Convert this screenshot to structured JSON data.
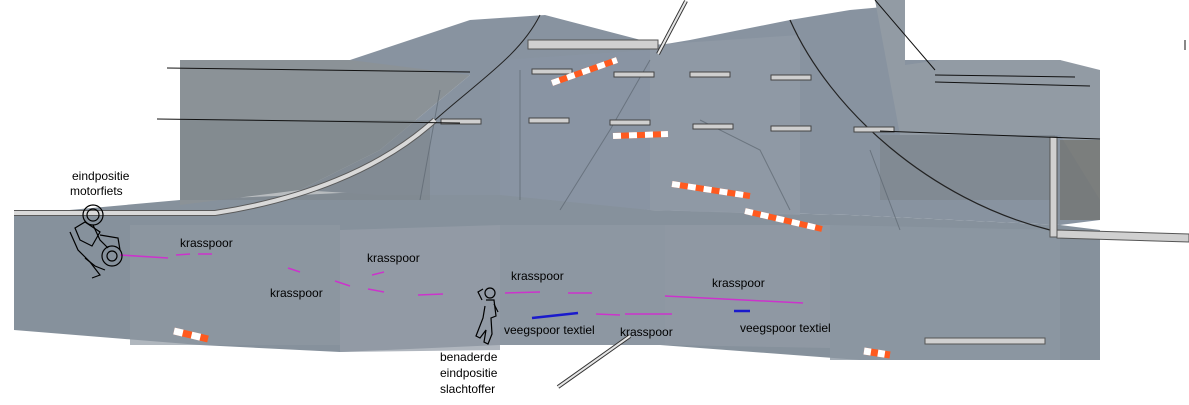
{
  "labels": {
    "motorcycle_final_position_line1": "eindpositie",
    "motorcycle_final_position_line2": "motorfiets",
    "victim_position_line1": "benaderde",
    "victim_position_line2": "eindpositie",
    "victim_position_line3": "slachtoffer",
    "scrape_mark_1": "krasspoor",
    "scrape_mark_2": "krasspoor",
    "scrape_mark_3": "krasspoor",
    "scrape_mark_4": "krasspoor",
    "scrape_mark_5": "krasspoor",
    "scrape_mark_6": "krasspoor",
    "textile_sweep_mark_1": "veegspoor textiel",
    "textile_sweep_mark_2": "veegspoor textiel"
  },
  "colors": {
    "asphalt": "#7f8a96",
    "asphalt_light": "#9aa4ae",
    "cobbles": "#8d949a",
    "curb": "#c9c9c9",
    "scrape_mark": "#cc33cc",
    "textile_mark": "#1a1acc",
    "cone_orange": "#ff5a1f",
    "cone_white": "#ffffff",
    "label_text": "#000000"
  },
  "icons": {
    "motorcycle": "motorcycle-sketch-icon",
    "victim": "person-outline-icon",
    "cone": "traffic-cone-icon"
  }
}
